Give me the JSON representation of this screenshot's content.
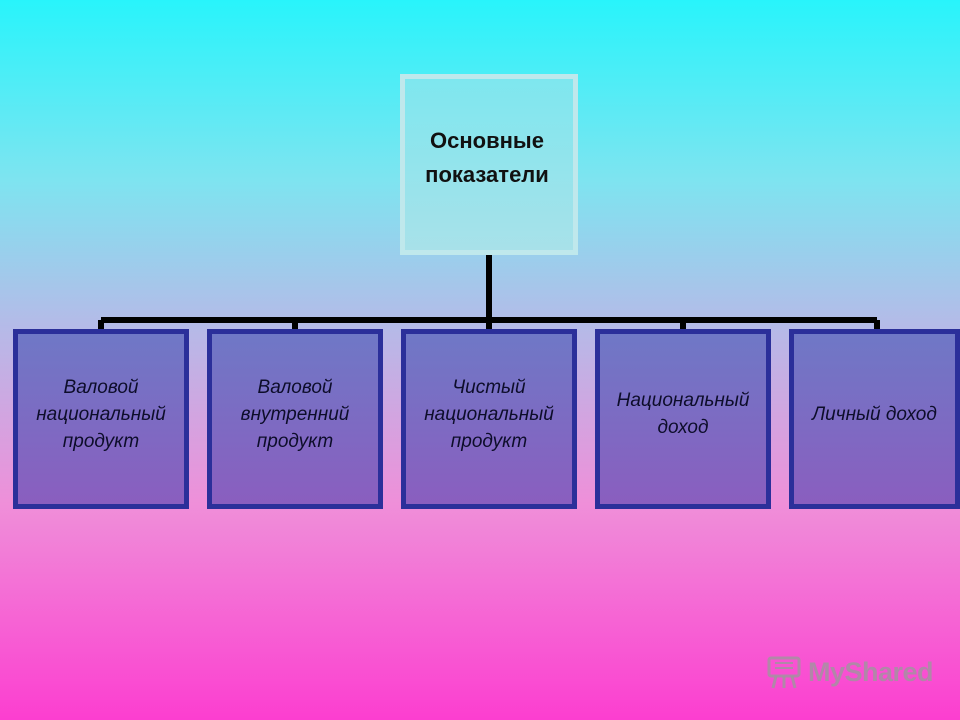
{
  "diagram": {
    "root": {
      "label": "Основные\nпоказатели"
    },
    "children": [
      {
        "label": "Валовой\nнациональный\nпродукт"
      },
      {
        "label": "Валовой\nвнутренний\nпродукт"
      },
      {
        "label": "Чистый\nнациональный\nпродукт"
      },
      {
        "label": "Национальный\nдоход"
      },
      {
        "label": "Личный доход"
      }
    ]
  },
  "watermark": {
    "text": "MyShared",
    "icon": "presentation-board-icon"
  },
  "colors": {
    "root_fill": "#8fe4ec",
    "root_border": "#bfe8ec",
    "child_fill": "#7a6cc3",
    "child_border": "#2b2f9a",
    "connector": "#000000"
  }
}
